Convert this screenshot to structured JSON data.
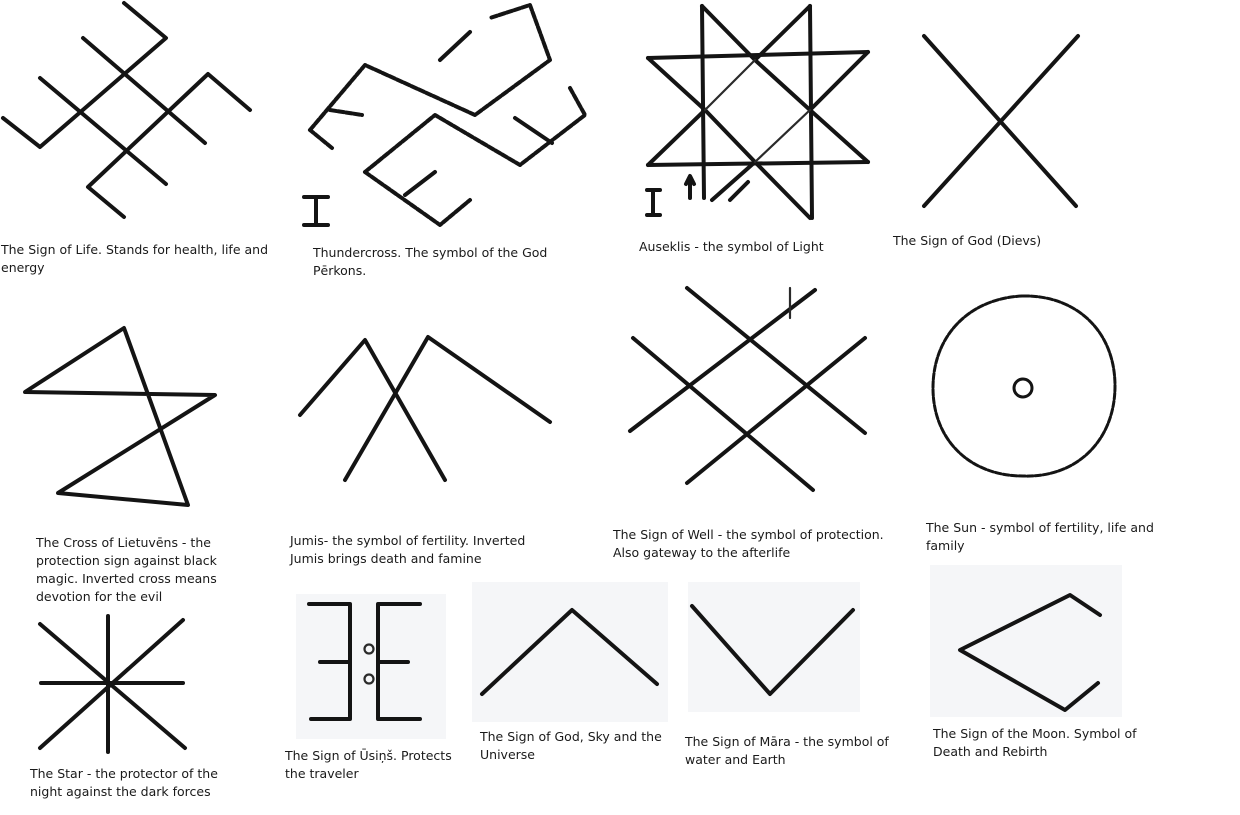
{
  "symbols": [
    {
      "id": "sign-of-life",
      "caption": "The Sign of Life. Stands for health, life and energy"
    },
    {
      "id": "thundercross",
      "caption": "Thundercross. The symbol of the God Pērkons.",
      "marker": "I"
    },
    {
      "id": "auseklis",
      "caption": "Auseklis - the symbol of Light",
      "marker": "I"
    },
    {
      "id": "sign-of-god-dievs",
      "caption": "The Sign of God (Dievs)"
    },
    {
      "id": "cross-of-lietuvens",
      "caption": "The Cross of Lietuvēns - the protection sign against black magic. Inverted cross means devotion for the evil"
    },
    {
      "id": "jumis",
      "caption": "Jumis- the symbol of fertility. Inverted Jumis brings death and famine"
    },
    {
      "id": "sign-of-well",
      "caption": "The Sign of Well - the symbol of protection. Also gateway to the afterlife"
    },
    {
      "id": "the-sun",
      "caption": "The Sun - symbol of fertility, life and family"
    },
    {
      "id": "the-star",
      "caption": "The Star - the protector of the night against the dark forces"
    },
    {
      "id": "sign-of-usins",
      "caption": "The Sign of Ūsiņš. Protects the traveler"
    },
    {
      "id": "sign-of-god-sky-universe",
      "caption": "The Sign of God, Sky and the Universe"
    },
    {
      "id": "sign-of-mara",
      "caption": "The Sign of Māra - the symbol of water and Earth"
    },
    {
      "id": "sign-of-moon",
      "caption": "The Sign of the Moon. Symbol of Death and Rebirth"
    }
  ]
}
